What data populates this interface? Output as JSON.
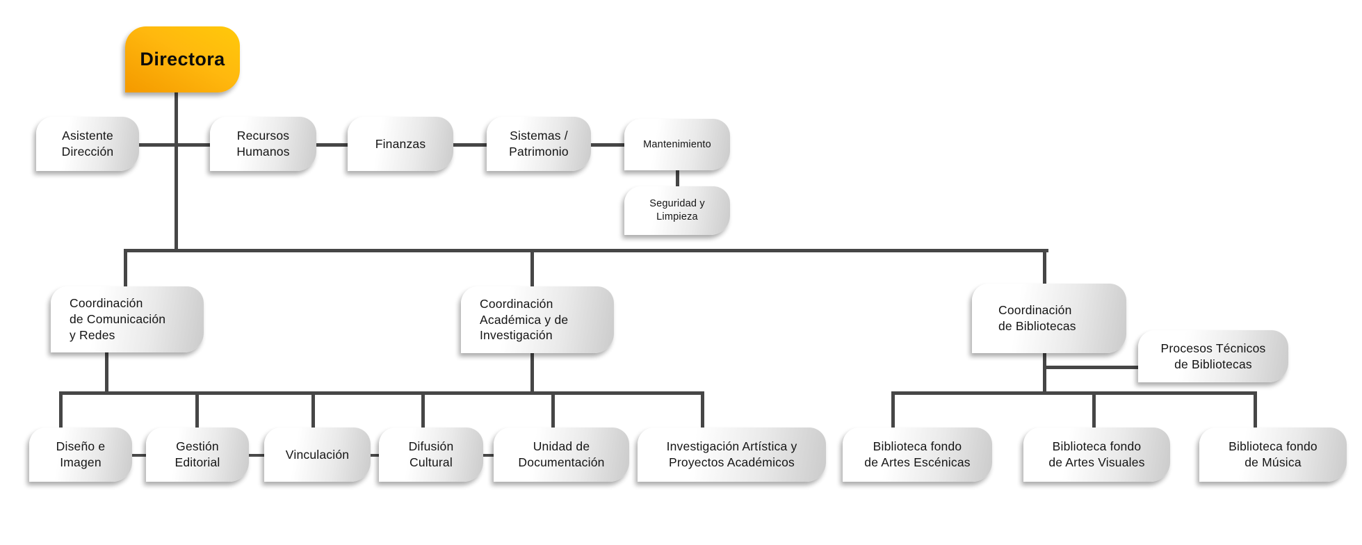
{
  "colors": {
    "accent_gradient_from": "#F59C00",
    "accent_gradient_to": "#FFC90A",
    "node_gradient_from": "#FFFFFF",
    "node_gradient_to": "#CBCBCB",
    "line": "#464646",
    "text": "#141414"
  },
  "nodes": {
    "directora": "Directora",
    "asistente_direccion": "Asistente\nDirección",
    "recursos_humanos": "Recursos\nHumanos",
    "finanzas": "Finanzas",
    "sistemas_patrimonio": "Sistemas /\nPatrimonio",
    "mantenimiento": "Mantenimiento",
    "seguridad_limpieza": "Seguridad y\nLimpieza",
    "coord_comunicacion": "Coordinación\nde Comunicación\ny Redes",
    "coord_academica": "Coordinación\nAcadémica y de\nInvestigación",
    "coord_bibliotecas": "Coordinación\nde Bibliotecas",
    "procesos_tecnicos": "Procesos Técnicos\nde Bibliotecas",
    "diseno_imagen": "Diseño e\nImagen",
    "gestion_editorial": "Gestión\nEditorial",
    "vinculacion": "Vinculación",
    "difusion_cultural": "Difusión\nCultural",
    "unidad_documentacion": "Unidad de\nDocumentación",
    "investigacion_artistica": "Investigación Artística y\nProyectos Académicos",
    "biblioteca_escenicas": "Biblioteca fondo\nde Artes Escénicas",
    "biblioteca_visuales": "Biblioteca fondo\nde Artes Visuales",
    "biblioteca_musica": "Biblioteca fondo\nde Música"
  },
  "hierarchy": {
    "Directora": [
      "Asistente Dirección",
      "Recursos Humanos",
      "Finanzas",
      "Sistemas / Patrimonio",
      "Mantenimiento",
      "Coordinación de Comunicación y Redes",
      "Coordinación Académica y de Investigación",
      "Coordinación de Bibliotecas"
    ],
    "Mantenimiento": [
      "Seguridad y Limpieza"
    ],
    "Coordinación de Comunicación y Redes / Coordinación Académica y de Investigación": [
      "Diseño e Imagen",
      "Gestión Editorial",
      "Vinculación",
      "Difusión Cultural",
      "Unidad de Documentación",
      "Investigación Artística y Proyectos Académicos"
    ],
    "Coordinación de Bibliotecas": [
      "Procesos Técnicos de Bibliotecas",
      "Biblioteca fondo de Artes Escénicas",
      "Biblioteca fondo de Artes Visuales",
      "Biblioteca fondo de Música"
    ]
  }
}
